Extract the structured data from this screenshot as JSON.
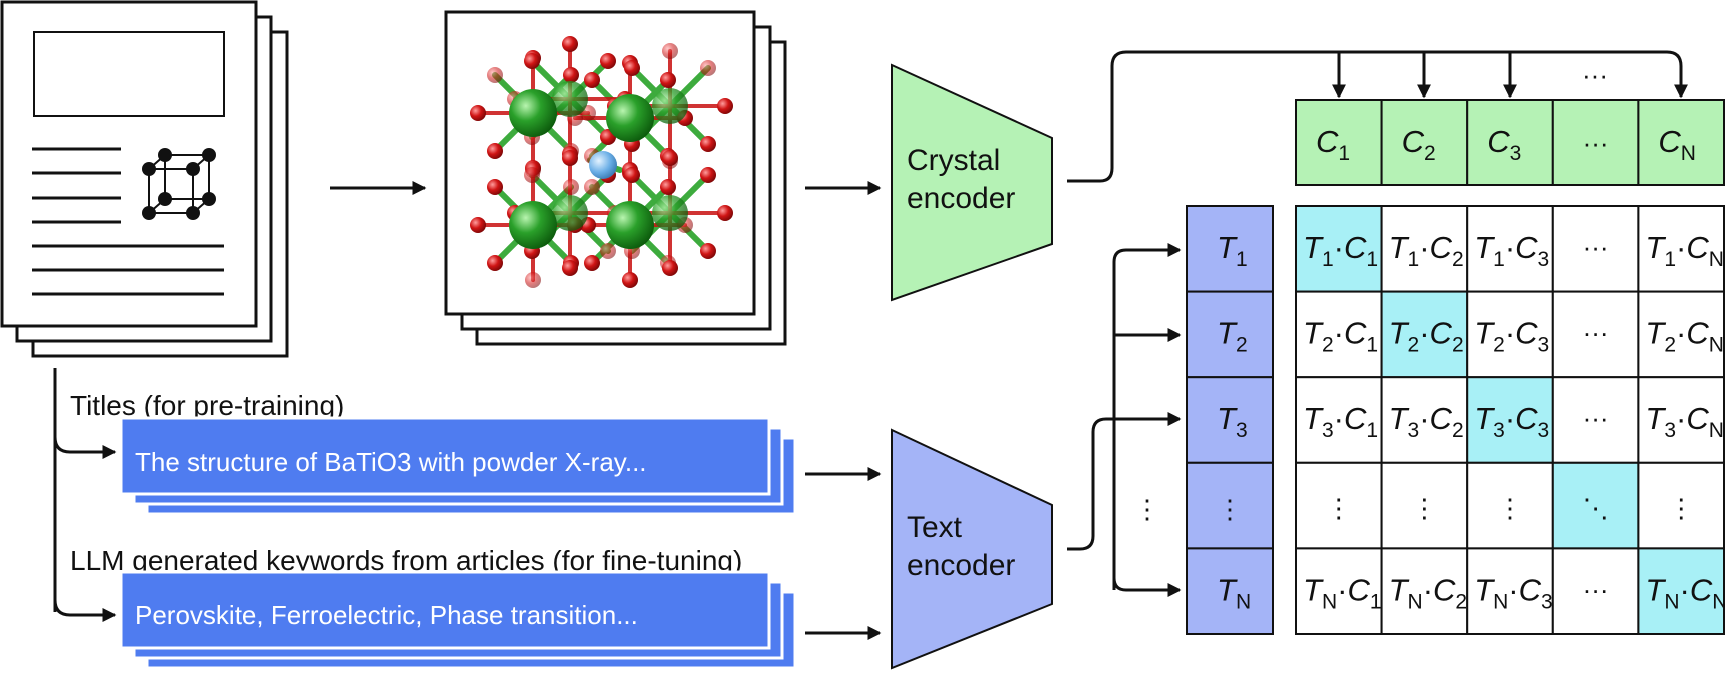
{
  "labels": {
    "titles": "Titles (for pre-training)",
    "keywords": "LLM generated keywords from articles (for fine-tuning)"
  },
  "banners": {
    "title_example": "The structure of BaTiO3 with powder X-ray...",
    "keyword_example": "Perovskite, Ferroelectric, Phase transition..."
  },
  "encoders": {
    "crystal": [
      "Crystal",
      "encoder"
    ],
    "text": [
      "Text",
      "encoder"
    ]
  },
  "crystal_embeddings": [
    {
      "sym": "C",
      "sub": "1"
    },
    {
      "sym": "C",
      "sub": "2"
    },
    {
      "sym": "C",
      "sub": "3"
    },
    {
      "dots": "···"
    },
    {
      "sym": "C",
      "sub": "N"
    }
  ],
  "text_embeddings": [
    {
      "sym": "T",
      "sub": "1"
    },
    {
      "sym": "T",
      "sub": "2"
    },
    {
      "sym": "T",
      "sub": "3"
    },
    {
      "dots": "⋮"
    },
    {
      "sym": "T",
      "sub": "N"
    }
  ],
  "ellipsis": {
    "horizontal": "···",
    "vertical": "⋮",
    "diagonal": "⋱"
  },
  "colors": {
    "crystal_green": "#b5f2b5",
    "text_blue": "#a4b4f7",
    "banner_blue": "#4f7cf0",
    "diag_cyan": "#a8f0f6",
    "atom_green": "#2aa02a",
    "atom_red": "#d01515",
    "atom_blue": "#6aaee6"
  }
}
